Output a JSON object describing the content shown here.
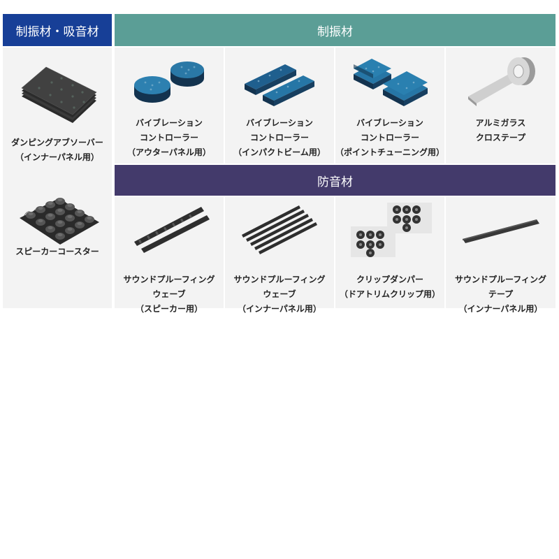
{
  "headers": {
    "left": "制振材・吸音材",
    "top": "制振材",
    "middle": "防音材"
  },
  "colors": {
    "left_header": "#173f97",
    "top_header": "#5b9e96",
    "middle_header": "#433a6b",
    "cell_bg": "#f3f3f3"
  },
  "left_items": [
    {
      "icon": "damping-sheet-icon",
      "lines": [
        "ダンピングアブソーバー",
        "（インナーパネル用）"
      ]
    },
    {
      "icon": "speaker-coaster-icon",
      "lines": [
        "スピーカーコースター"
      ]
    }
  ],
  "top_items": [
    {
      "icon": "round-pad-icon",
      "lines": [
        "バイブレーション",
        "コントローラー",
        "（アウターパネル用）"
      ]
    },
    {
      "icon": "bar-pad-icon",
      "lines": [
        "バイブレーション",
        "コントローラー",
        "（インパクトビーム用）"
      ]
    },
    {
      "icon": "square-pad-icon",
      "lines": [
        "バイブレーション",
        "コントローラー",
        "（ポイントチューニング用）"
      ]
    },
    {
      "icon": "tape-roll-icon",
      "lines": [
        "アルミガラス",
        "クロステープ"
      ]
    }
  ],
  "bottom_items": [
    {
      "icon": "wave-strip-icon",
      "lines": [
        "サウンドプルーフィング",
        "ウェーブ",
        "（スピーカー用）"
      ]
    },
    {
      "icon": "wave-strips-icon",
      "lines": [
        "サウンドプルーフィング",
        "ウェーブ",
        "（インナーパネル用）"
      ]
    },
    {
      "icon": "clip-damper-icon",
      "lines": [
        "クリップダンパー",
        "（ドアトリムクリップ用）"
      ]
    },
    {
      "icon": "soundproof-tape-icon",
      "lines": [
        "サウンドプルーフィング",
        "テープ",
        "（インナーパネル用）"
      ]
    }
  ]
}
